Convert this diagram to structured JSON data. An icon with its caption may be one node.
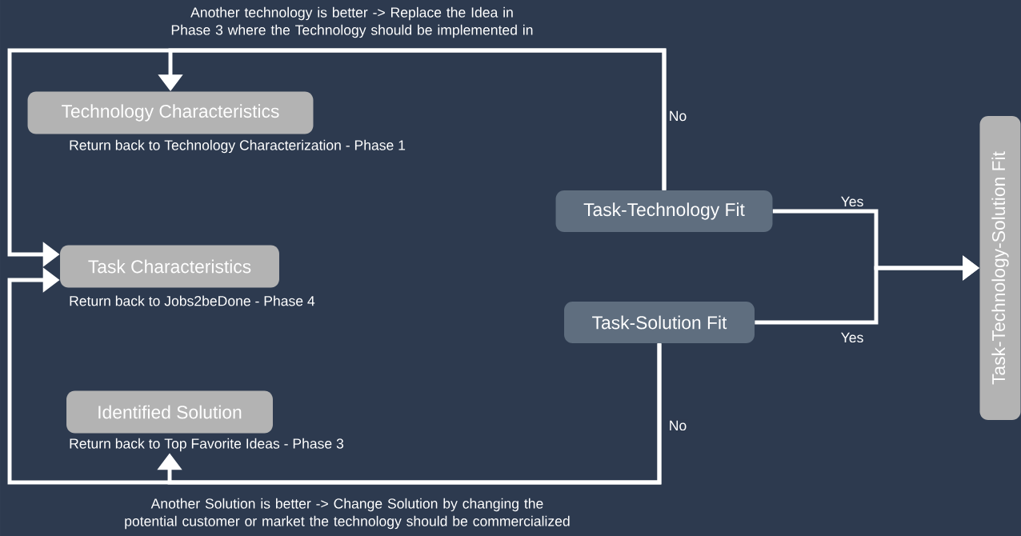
{
  "diagram": {
    "nodes": [
      {
        "text": [
          "Technology Characteristics"
        ],
        "beside": [
          "Return back to Technology Characterization - Phase 1"
        ]
      },
      {
        "text": [
          "Task Characteristics"
        ],
        "beside": [
          "Return back to Jobs2beDone - Phase 4"
        ]
      },
      {
        "text": [
          "Identified Solution"
        ],
        "beside": [
          "Return back to Top Favorite Ideas - Phase 3"
        ]
      },
      {
        "text": [
          "Task-Technology Fit"
        ]
      },
      {
        "text": [
          "Task-Solution Fit"
        ]
      },
      {
        "text": [
          "Task-Technology-Solution Fit"
        ]
      }
    ],
    "edges": [
      {
        "from": 3,
        "to": 0,
        "arrow": "to",
        "label": "No"
      },
      {
        "from": 3,
        "to": 1,
        "arrow": "to"
      },
      {
        "from": 4,
        "to": 1,
        "arrow": "to"
      },
      {
        "from": 4,
        "to": 2,
        "arrow": "to",
        "label": "No"
      },
      {
        "from": 3,
        "to": 5,
        "arrow": "to",
        "label": "Yes"
      },
      {
        "from": 4,
        "to": 5,
        "arrow": "to",
        "label": "Yes"
      }
    ],
    "labels": [
      "Another technology is better ->  Replace the Idea in Phase 3 where the Technology should be implemented in",
      "Another Solution is better -> Change Solution by changing the potential customer or market the technology should be commercialized"
    ]
  }
}
